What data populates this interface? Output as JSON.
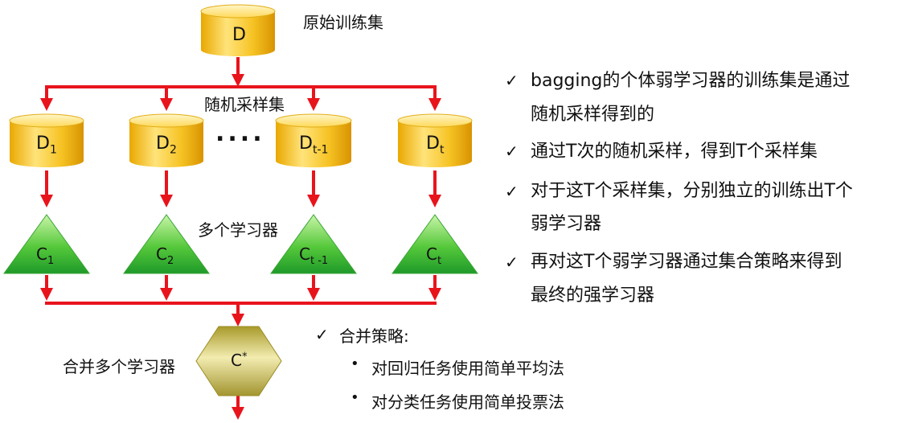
{
  "diagram": {
    "source_db": {
      "label": "D",
      "caption": "原始训练集"
    },
    "random_sampling_label": "随机采样集",
    "ellipsis": "....",
    "sample_sets": [
      {
        "main": "D",
        "sub": "1"
      },
      {
        "main": "D",
        "sub": "2"
      },
      {
        "main": "D",
        "sub": "t-1"
      },
      {
        "main": "D",
        "sub": "t"
      }
    ],
    "learners_label": "多个学习器",
    "learners": [
      {
        "main": "C",
        "sub": "1"
      },
      {
        "main": "C",
        "sub": "2"
      },
      {
        "main": "C",
        "sub": "t -1"
      },
      {
        "main": "C",
        "sub": "t"
      }
    ],
    "combined": {
      "main": "C",
      "sup": "*",
      "caption": "合并多个学习器"
    }
  },
  "notes": {
    "bullets": [
      "bagging的个体弱学习器的训练集是通过",
      "随机采样得到的",
      "通过T次的随机采样，得到T个采样集",
      "对于这T个采样集，分别独立的训练出T个",
      "弱学习器",
      "再对这T个弱学习器通过集合策略来得到",
      "最终的强学习器"
    ],
    "strategy_title": "合并策略:",
    "strategy_items": [
      "对回归任务使用简单平均法",
      "对分类任务使用简单投票法"
    ]
  },
  "colors": {
    "arrow": "#e8141c",
    "cylinder": "#f3c12a",
    "triangle": "#2fb13a",
    "hexagon": "#b0a53a"
  }
}
